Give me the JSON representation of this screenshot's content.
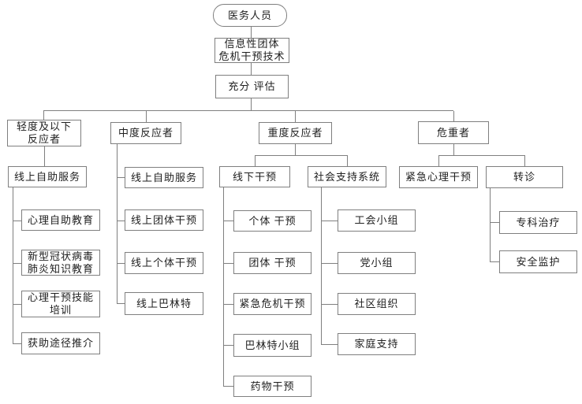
{
  "diagram": {
    "background_color": "#ffffff",
    "border_color": "#7f7f7f",
    "line_color": "#7f7f7f",
    "text_color": "#202020",
    "nodes": {
      "root": {
        "label": "医务人员"
      },
      "technique": {
        "label": "信息性团体\n危机干预技术"
      },
      "assess": {
        "label": "充分 评估"
      },
      "mild": {
        "label": "轻度及以下\n反应者"
      },
      "moderate": {
        "label": "中度反应者"
      },
      "severe": {
        "label": "重度反应者"
      },
      "critical": {
        "label": "危重者"
      },
      "mild_online": {
        "label": "线上自助服务"
      },
      "mod_online": {
        "label": "线上自助服务"
      },
      "offline": {
        "label": "线下干预"
      },
      "social": {
        "label": "社会支持系统"
      },
      "emergency": {
        "label": "紧急心理干预"
      },
      "referral": {
        "label": "转诊"
      },
      "mild_leaf1": {
        "label": "心理自助教育"
      },
      "mild_leaf2": {
        "label": "新型冠状病毒\n肺炎知识教育"
      },
      "mild_leaf3": {
        "label": "心理干预技能\n培训"
      },
      "mild_leaf4": {
        "label": "获助途径推介"
      },
      "mod_leaf1": {
        "label": "线上团体干预"
      },
      "mod_leaf2": {
        "label": "线上个体干预"
      },
      "mod_leaf3": {
        "label": "线上巴林特"
      },
      "off_leaf1": {
        "label": "个体 干预"
      },
      "off_leaf2": {
        "label": "团体 干预"
      },
      "off_leaf3": {
        "label": "紧急危机干预"
      },
      "off_leaf4": {
        "label": "巴林特小组"
      },
      "off_leaf5": {
        "label": "药物干预"
      },
      "soc_leaf1": {
        "label": "工会小组"
      },
      "soc_leaf2": {
        "label": "党小组"
      },
      "soc_leaf3": {
        "label": "社区组织"
      },
      "soc_leaf4": {
        "label": "家庭支持"
      },
      "ref_leaf1": {
        "label": "专科治疗"
      },
      "ref_leaf2": {
        "label": "安全监护"
      }
    }
  }
}
